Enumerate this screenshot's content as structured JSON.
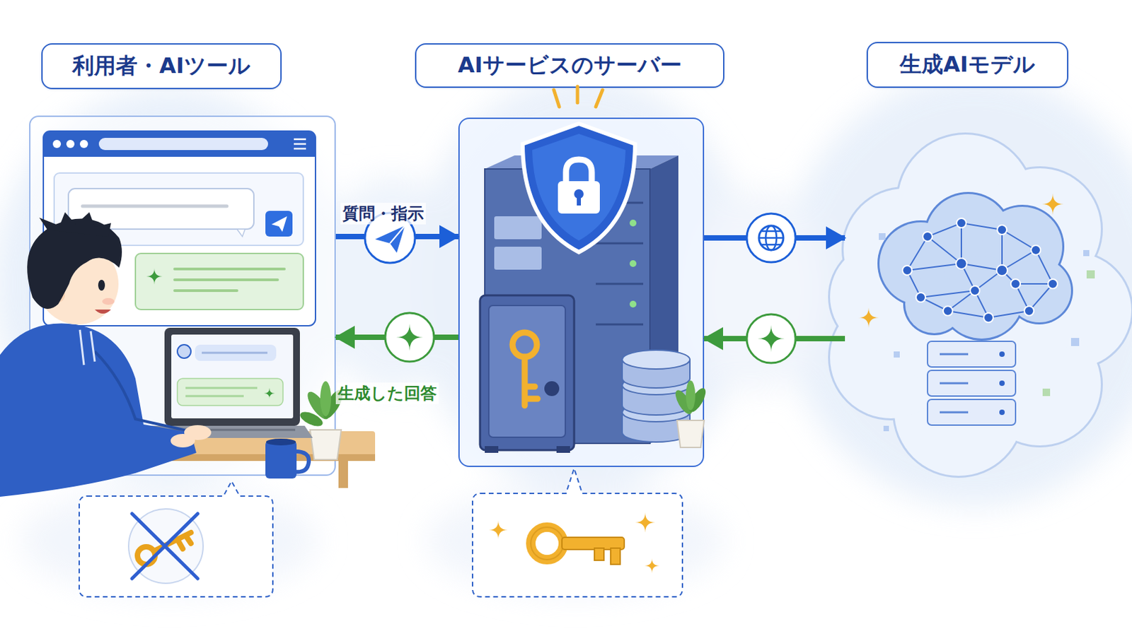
{
  "diagram": {
    "nodes": [
      {
        "text": [
          "利用者・AIツール"
        ]
      },
      {
        "text": [
          "AIサービスのサーバー"
        ]
      },
      {
        "text": [
          "生成AIモデル"
        ]
      }
    ],
    "edges": [
      {
        "from": 0,
        "to": 1,
        "arrow": "to",
        "label": "質問・指示"
      },
      {
        "from": 1,
        "to": 0,
        "arrow": "to",
        "label": "生成した回答"
      },
      {
        "from": 1,
        "to": 2,
        "arrow": "to"
      },
      {
        "from": 2,
        "to": 1,
        "arrow": "to"
      }
    ]
  }
}
